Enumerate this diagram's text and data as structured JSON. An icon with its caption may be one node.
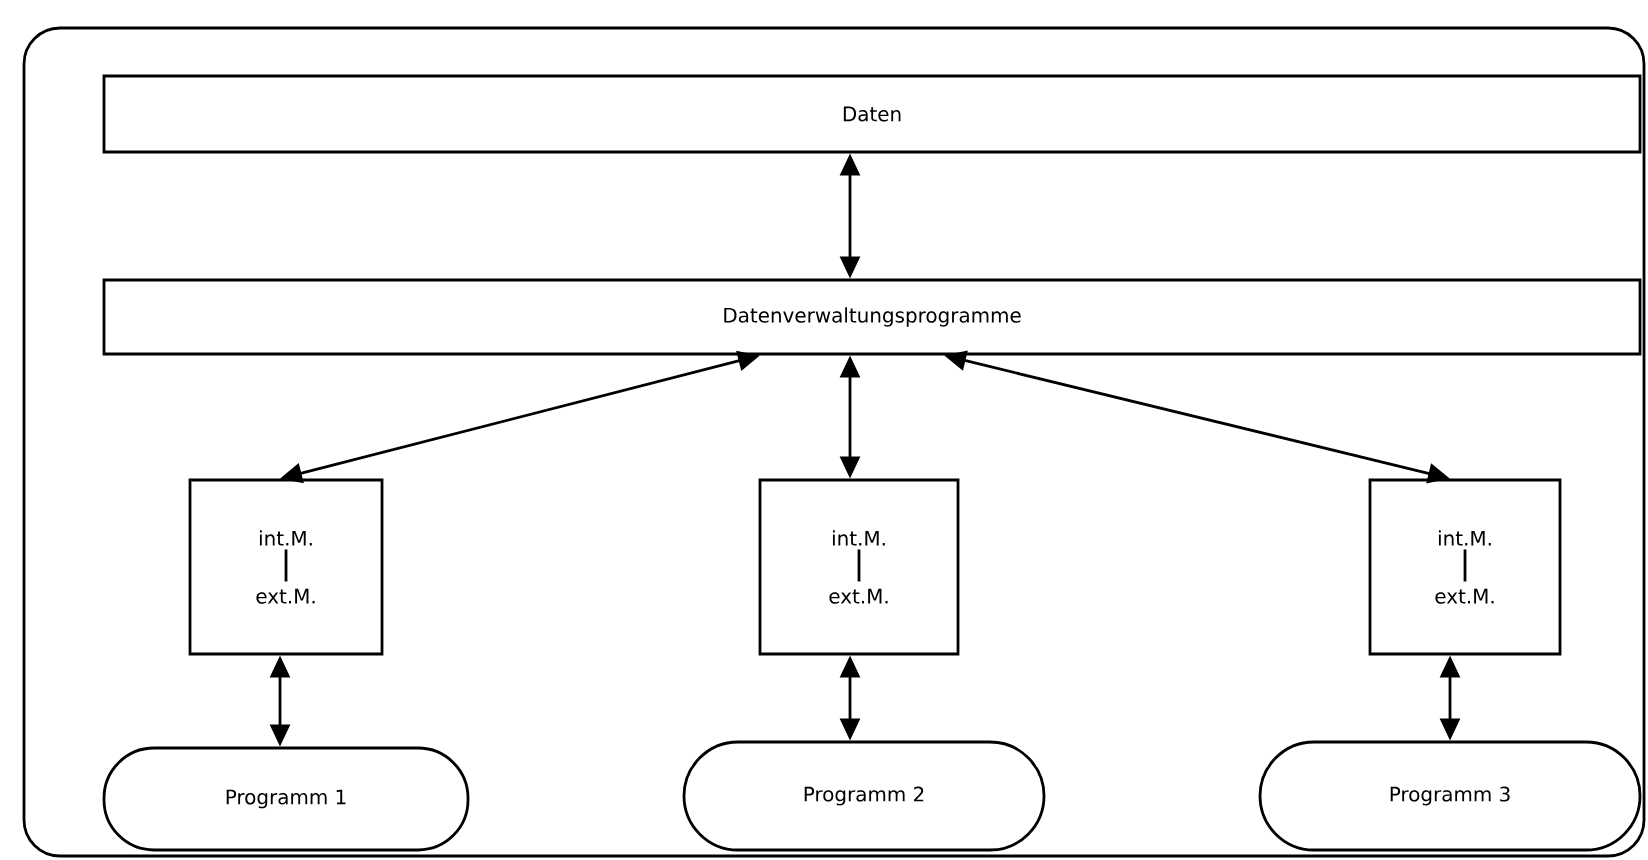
{
  "diagram": {
    "nodes": [
      {
        "text": [
          "Daten"
        ]
      },
      {
        "text": [
          "Datenverwaltungsprogramme"
        ]
      },
      {
        "text": [
          "int.M.",
          "ext.M."
        ]
      },
      {
        "text": [
          "int.M.",
          "ext.M."
        ]
      },
      {
        "text": [
          "int.M.",
          "ext.M."
        ]
      },
      {
        "text": [
          "Programm 1"
        ]
      },
      {
        "text": [
          "Programm 2"
        ]
      },
      {
        "text": [
          "Programm 3"
        ]
      }
    ],
    "edges": [
      {
        "from": 0,
        "to": 1,
        "arrow": "both"
      },
      {
        "from": 1,
        "to": 2,
        "arrow": "both"
      },
      {
        "from": 1,
        "to": 3,
        "arrow": "both"
      },
      {
        "from": 1,
        "to": 4,
        "arrow": "both"
      },
      {
        "from": 2,
        "to": 5,
        "arrow": "both"
      },
      {
        "from": 3,
        "to": 6,
        "arrow": "both"
      },
      {
        "from": 4,
        "to": 7,
        "arrow": "both"
      }
    ]
  }
}
